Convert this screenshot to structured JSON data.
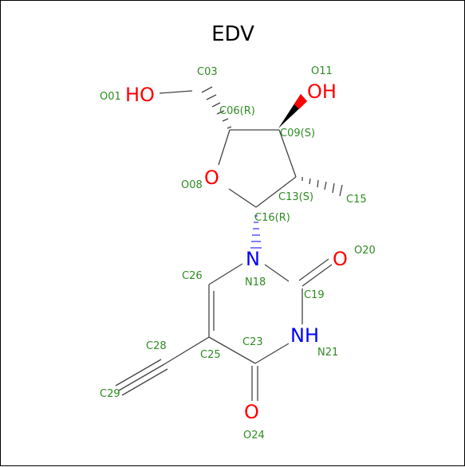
{
  "title": "EDV",
  "colors": {
    "carbon_label": "#2e8b22",
    "oxygen": "#ff0000",
    "nitrogen": "#0000ff",
    "bond": "#444444",
    "title": "#000000"
  },
  "atoms": {
    "o01_symbol": "HO",
    "o11_symbol": "OH",
    "o08_symbol": "O",
    "n18_symbol": "N",
    "o20_symbol": "O",
    "n21_symbol": "NH",
    "o24_symbol": "O"
  },
  "labels": {
    "o01": "O01",
    "c03": "C03",
    "o11": "O11",
    "c06": "C06(R)",
    "c09": "C09(S)",
    "o08": "O08",
    "c13": "C13(S)",
    "c15": "C15",
    "c16": "C16(R)",
    "o20": "O20",
    "c26": "C26",
    "n18": "N18",
    "c19": "C19",
    "c28": "C28",
    "c23": "C23",
    "c25": "C25",
    "n21": "N21",
    "c29": "C29",
    "o24": "O24"
  }
}
